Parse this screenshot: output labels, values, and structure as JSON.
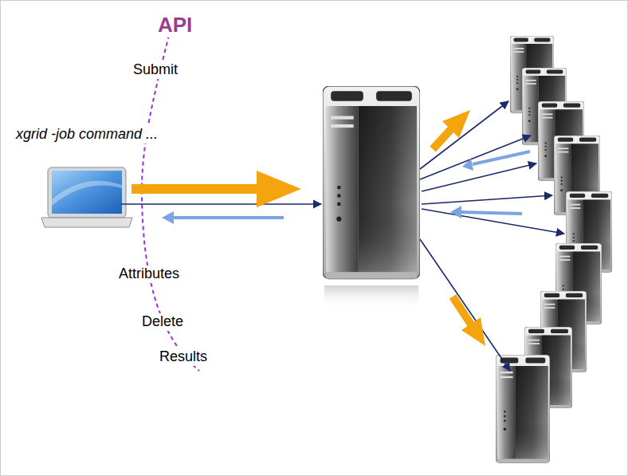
{
  "diagram": {
    "labels": [
      "API",
      "Submit",
      "xgrid -job command ...",
      "Attributes",
      "Delete",
      "Results"
    ]
  }
}
